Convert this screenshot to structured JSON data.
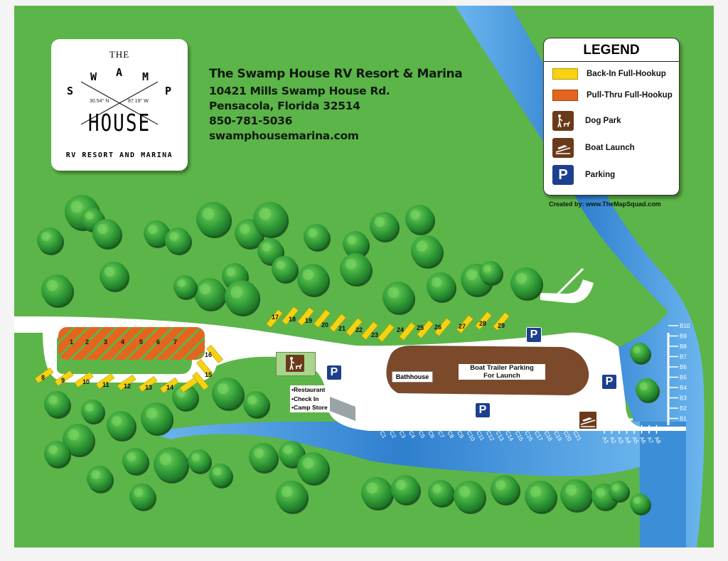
{
  "logo": {
    "the": "THE",
    "swamp_letters": [
      "S",
      "W",
      "A",
      "M",
      "P"
    ],
    "house": "HOUSE",
    "coord_n": "30.54° N",
    "coord_w": "87.19° W",
    "subtitle": "RV RESORT AND MARINA"
  },
  "info": {
    "name": "The Swamp House RV Resort & Marina",
    "address": "10421 Mills Swamp House Rd.",
    "city": "Pensacola, Florida 32514",
    "phone": "850-781-5036",
    "website": "swamphousemarina.com"
  },
  "legend": {
    "title": "LEGEND",
    "items": [
      {
        "label": "Back-In Full-Hookup",
        "color": "#f5d313",
        "icon": "yellow-swatch"
      },
      {
        "label": "Pull-Thru Full-Hookup",
        "color": "#e5651e",
        "icon": "orange-swatch"
      },
      {
        "label": "Dog Park",
        "color": "#6b3a1a",
        "icon": "dog-walker-icon"
      },
      {
        "label": "Boat Launch",
        "color": "#6b3a1a",
        "icon": "boat-launch-icon"
      },
      {
        "label": "Parking",
        "color": "#1d3f8f",
        "icon": "parking-icon"
      }
    ],
    "credit": "Created by: www.TheMapSquad.com"
  },
  "parking_letter": "P",
  "places": {
    "restaurant": [
      "•Restaurant",
      "•Check In",
      "•Camp Store"
    ],
    "bathhouse": "Bathhouse",
    "boat_trailer": [
      "Boat Trailer Parking",
      "For Launch"
    ]
  },
  "sites": {
    "pull_thru": [
      "1",
      "2",
      "3",
      "4",
      "5",
      "6",
      "7"
    ],
    "back_in_west": [
      "8",
      "9",
      "10",
      "11",
      "12",
      "13",
      "14",
      "15",
      "16"
    ],
    "back_in_north": [
      "17",
      "18",
      "19",
      "20",
      "21",
      "22",
      "23",
      "24",
      "25",
      "26",
      "27",
      "28",
      "29"
    ]
  },
  "slips": {
    "c": [
      "C1",
      "C2",
      "C3",
      "C4",
      "C5",
      "C6",
      "C7",
      "C8",
      "C9",
      "C10",
      "C11",
      "C12",
      "C13",
      "C14",
      "C15",
      "C16",
      "C17",
      "C18",
      "C19",
      "C20",
      "C21"
    ],
    "a": [
      "A1",
      "A2",
      "A3",
      "A4",
      "A5",
      "A6",
      "A7",
      "A8"
    ],
    "b": [
      "B10",
      "B9",
      "B8",
      "B7",
      "B6",
      "B5",
      "B4",
      "B3",
      "B2",
      "B1"
    ]
  },
  "colors": {
    "grass": "#5cb548",
    "water": "#3c8fd6",
    "road": "#ffffff",
    "back_in": "#f5d313",
    "pull_thru": "#e5651e",
    "brown_icon": "#6b3a1a",
    "parking_blue": "#1d3f8f",
    "boat_lot": "#7a4a2a"
  }
}
